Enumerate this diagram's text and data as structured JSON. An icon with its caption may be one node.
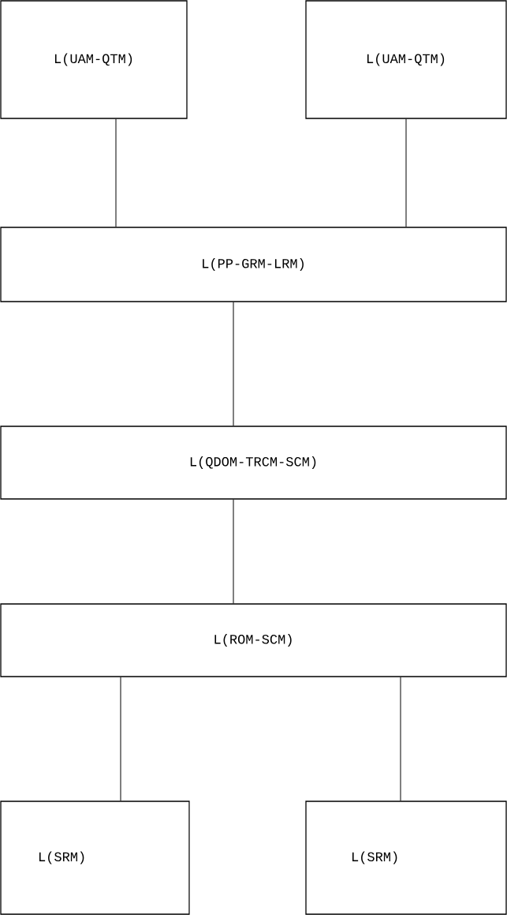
{
  "diagram": {
    "nodes": [
      {
        "text": [
          "L(UAM-QTM)"
        ]
      },
      {
        "text": [
          "L(UAM-QTM)"
        ]
      },
      {
        "text": [
          "L(PP-GRM-LRM)"
        ]
      },
      {
        "text": [
          "L(QDOM-TRCM-SCM)"
        ]
      },
      {
        "text": [
          "L(ROM-SCM)"
        ]
      },
      {
        "text": [
          "L(SRM)"
        ]
      },
      {
        "text": [
          "L(SRM)"
        ]
      }
    ],
    "edges": [
      {
        "from": 0,
        "to": 2,
        "arrow": "none"
      },
      {
        "from": 1,
        "to": 2,
        "arrow": "none"
      },
      {
        "from": 2,
        "to": 3,
        "arrow": "none"
      },
      {
        "from": 3,
        "to": 4,
        "arrow": "none"
      },
      {
        "from": 4,
        "to": 5,
        "arrow": "none"
      },
      {
        "from": 4,
        "to": 6,
        "arrow": "none"
      }
    ]
  }
}
